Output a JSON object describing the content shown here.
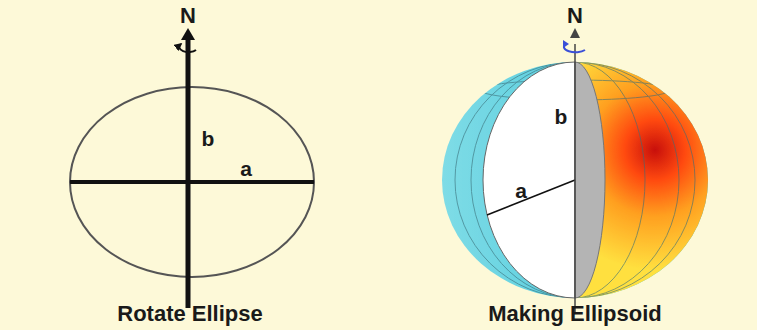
{
  "diagram": {
    "labels": [
      "N",
      "b",
      "a",
      "Rotate Ellipse",
      "N",
      "b",
      "a",
      "Making Ellipsoid"
    ]
  }
}
